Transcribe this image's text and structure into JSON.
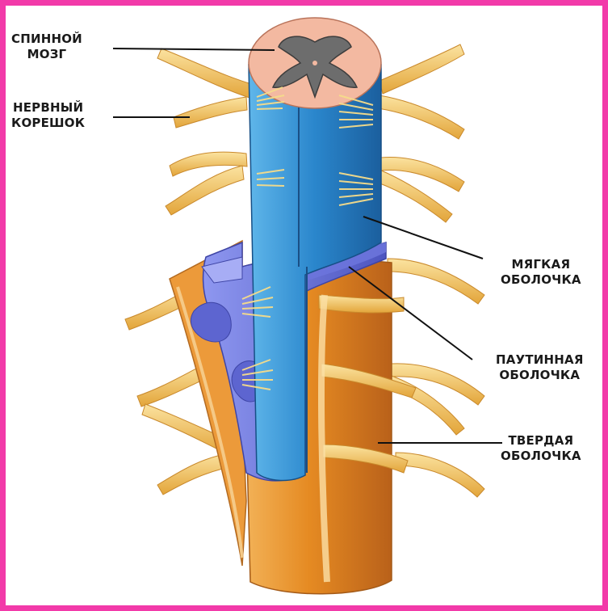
{
  "labels": {
    "spinal_cord": [
      "СПИННОЙ",
      "МОЗГ"
    ],
    "nerve_root": [
      "НЕРВНЫЙ",
      "КОРЕШОК"
    ],
    "pia_mater": [
      "МЯГКАЯ",
      "ОБОЛОЧКА"
    ],
    "arachnoid": [
      "ПАУТИННАЯ",
      "ОБОЛОЧКА"
    ],
    "dura_mater": [
      "ТВЕРДАЯ",
      "ОБОЛОЧКА"
    ]
  },
  "colors": {
    "frame": "#f23aa9",
    "dura": "#e8962a",
    "arachnoid": "#6c74d8",
    "pia": "#2f8fd0",
    "nerve": "#f2c25a",
    "cord_top": "#f3b9a1",
    "grey_matter": "#6d6d6d"
  }
}
